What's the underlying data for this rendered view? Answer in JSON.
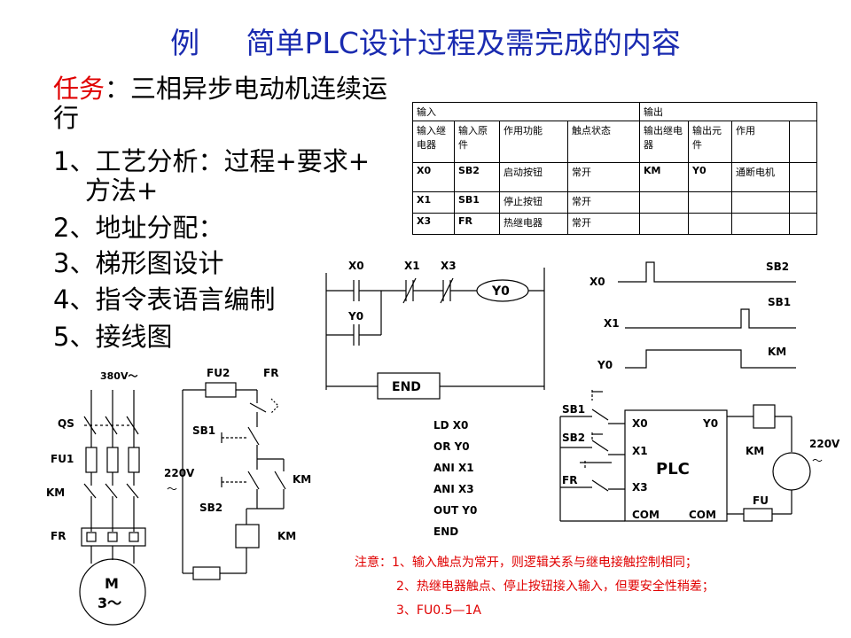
{
  "title": "例     简单PLC设计过程及需完成的内容",
  "task": {
    "label": "任务",
    "colon": "：",
    "text": "三相异步电动机连续运行"
  },
  "steps": [
    {
      "num": "1、",
      "text": "工艺分析：过程+要求+",
      "cont": "方法+"
    },
    {
      "num": "2、",
      "text": "地址分配："
    },
    {
      "num": "3、",
      "text": "梯形图设计"
    },
    {
      "num": "4、",
      "text": "指令表语言编制"
    },
    {
      "num": "5、",
      "text": "接线图"
    }
  ],
  "io_table": {
    "group_input": "输入",
    "group_output": "输出",
    "headers": [
      "输入继电器",
      "输入原件",
      "作用功能",
      "触点状态",
      "输出继电器",
      "输出元件",
      "作用",
      ""
    ],
    "rows": [
      [
        "X0",
        "SB2",
        "启动按钮",
        "常开",
        "KM",
        "Y0",
        "通断电机",
        ""
      ],
      [
        "X1",
        "SB1",
        "停止按钮",
        "常开",
        "",
        "",
        "",
        ""
      ],
      [
        "X3",
        "FR",
        "热继电器",
        "常开",
        "",
        "",
        "",
        ""
      ]
    ]
  },
  "ladder": {
    "contacts": [
      "X0",
      "X1",
      "X3",
      "Y0"
    ],
    "coil": "Y0",
    "end": "END"
  },
  "timing": {
    "signals": [
      "X0",
      "X1",
      "Y0"
    ],
    "labels": [
      "SB2",
      "SB1",
      "KM"
    ]
  },
  "instructions": [
    "LD  X0",
    "OR  Y0",
    "ANI  X1",
    "ANI  X3",
    "OUT  Y0",
    "END"
  ],
  "main_circuit": {
    "voltage": "380V～",
    "labels": [
      "QS",
      "FU1",
      "KM",
      "FR"
    ],
    "motor": "M",
    "motor_phase": "3～"
  },
  "control_circuit": {
    "labels": [
      "FU2",
      "FR",
      "SB1",
      "KM",
      "SB2",
      "KM"
    ],
    "voltage": "220V",
    "tilde": "～"
  },
  "wiring": {
    "inputs": [
      "SB1",
      "SB2",
      "FR"
    ],
    "plc_terms": [
      "X0",
      "Y0",
      "X1",
      "X3",
      "COM",
      "COM"
    ],
    "plc_label": "PLC",
    "km": "KM",
    "fu": "FU",
    "voltage": "220V",
    "tilde": "～"
  },
  "note": {
    "prefix": "注意：",
    "items": [
      "1、输入触点为常开，则逻辑关系与继电接触控制相同；",
      "2、热继电器触点、停止按钮接入输入，但要安全性稍差；",
      "3、FU0.5—1A"
    ]
  },
  "colors": {
    "title": "#1a2bb0",
    "accent": "#e00000"
  }
}
